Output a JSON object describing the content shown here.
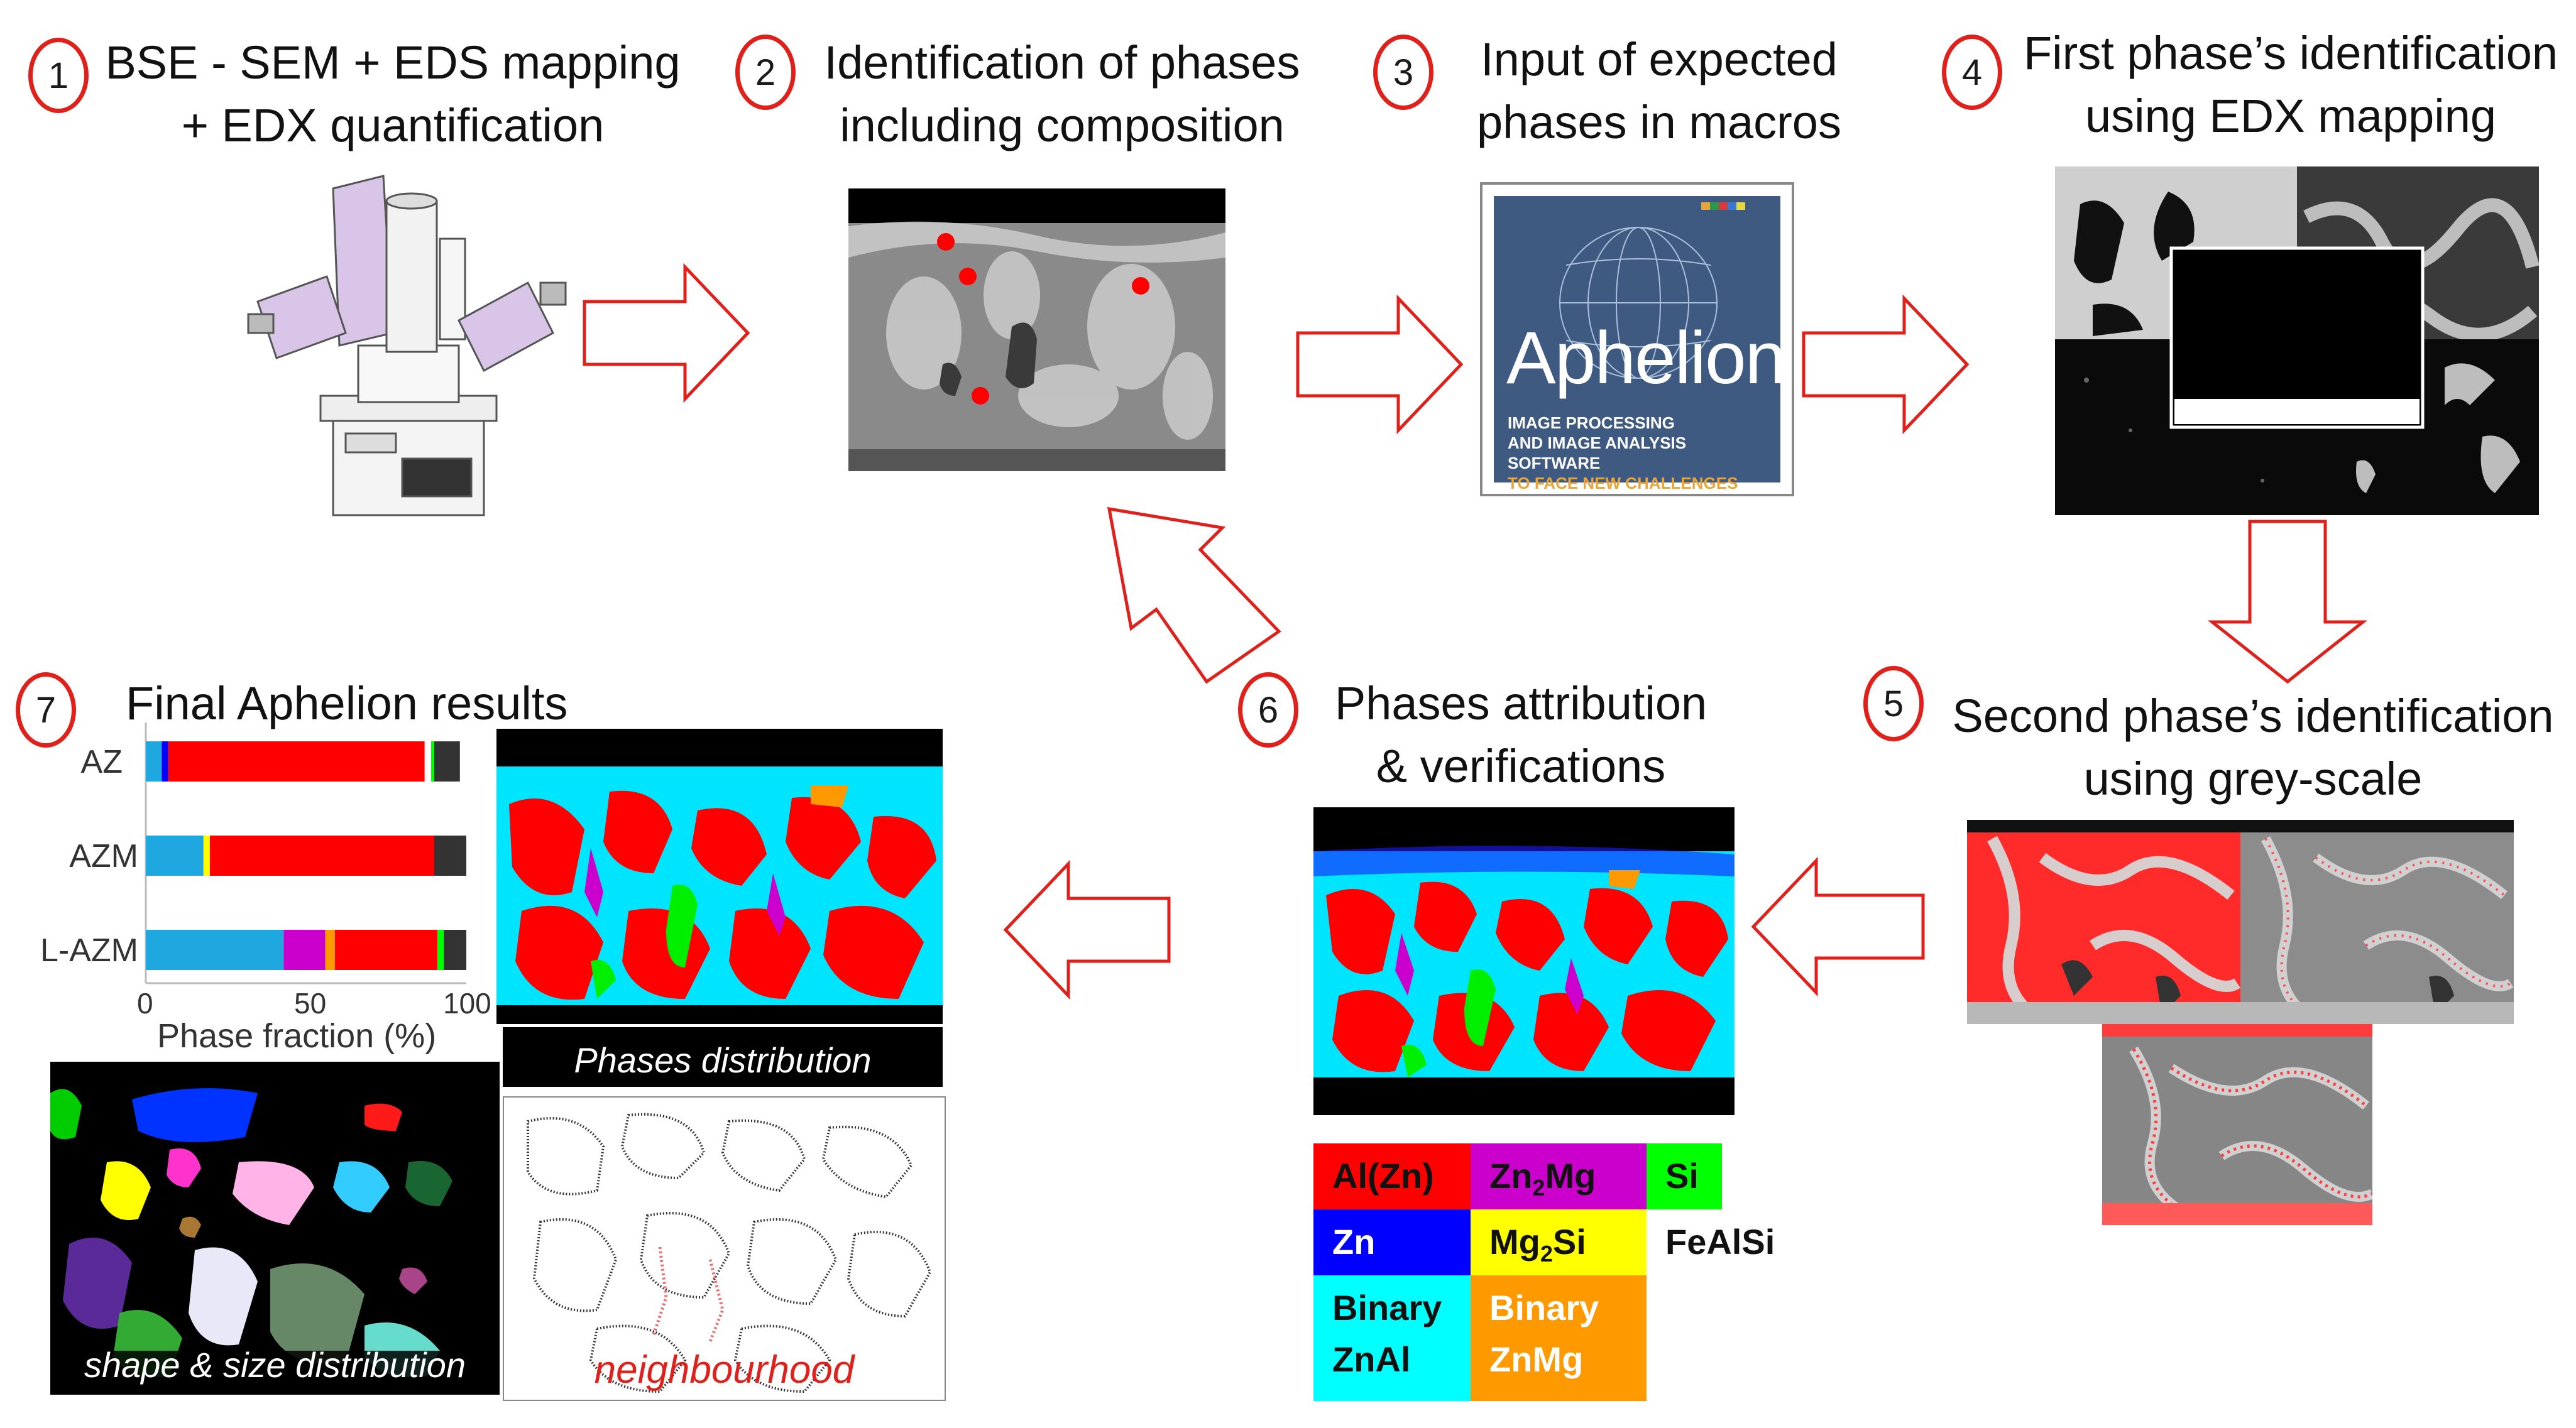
{
  "steps": [
    {
      "num": "1",
      "line1": "BSE - SEM  + EDS mapping",
      "line2": "+ EDX quantification"
    },
    {
      "num": "2",
      "line1": "Identification of phases",
      "line2": "including composition"
    },
    {
      "num": "3",
      "line1": "Input of expected",
      "line2": "phases in macros"
    },
    {
      "num": "4",
      "line1": "First phase’s identification",
      "line2": "using EDX mapping"
    },
    {
      "num": "5",
      "line1": "Second phase’s identification",
      "line2": "using grey-scale"
    },
    {
      "num": "6",
      "line1": "Phases attribution",
      "line2": "& verifications"
    },
    {
      "num": "7",
      "line1": "Final Aphelion results",
      "line2": ""
    }
  ],
  "software_logo": {
    "name": "Aphelion",
    "tagline1": "IMAGE PROCESSING",
    "tagline2": "AND IMAGE ANALYSIS SOFTWARE",
    "tagline3": "TO FACE NEW CHALLENGES",
    "bg_color": "#3f5a80",
    "tagline_accent": "#e8a53a"
  },
  "legend": {
    "items": [
      {
        "label": "Al(Zn)",
        "color": "#ff0000"
      },
      {
        "label": "Zn",
        "sub": "2",
        "label_after": "Mg",
        "color": "#cc00cc"
      },
      {
        "label": "Si",
        "color": "#00ff00"
      },
      {
        "label": "Zn",
        "color": "#0000ff",
        "text_color": "#ffffff"
      },
      {
        "label": "Mg",
        "sub": "2",
        "label_after": "Si",
        "color": "#ffff00"
      },
      {
        "label": "FeAlSi",
        "color": "#ffffff"
      },
      {
        "label": "Binary",
        "label2": "ZnAl",
        "color": "#00ffff"
      },
      {
        "label": "Binary",
        "label2": "ZnMg",
        "color": "#ff9900"
      }
    ]
  },
  "captions": {
    "phases": "Phases distribution",
    "shape": "shape & size distribution",
    "neighbourhood": "neighbourhood"
  },
  "chart_data": {
    "type": "bar",
    "orientation": "horizontal",
    "stacked": true,
    "categories": [
      "AZ",
      "AZM",
      "L-AZM"
    ],
    "xlabel": "Phase fraction (%)",
    "xlim": [
      0,
      100
    ],
    "xticks": [
      "0",
      "50",
      "100"
    ],
    "series": [
      {
        "color": "#1fa8e0",
        "values": [
          5,
          18,
          43
        ]
      },
      {
        "color": "#0000ff",
        "values": [
          2,
          0,
          0
        ]
      },
      {
        "color": "#cc00cc",
        "values": [
          0,
          0,
          13
        ]
      },
      {
        "color": "#ffff00",
        "values": [
          0,
          2,
          0
        ]
      },
      {
        "color": "#ff9900",
        "values": [
          0,
          0,
          3
        ]
      },
      {
        "color": "#ff0000",
        "values": [
          80,
          70,
          32
        ]
      },
      {
        "color": "#ffffff",
        "values": [
          2,
          0,
          0
        ]
      },
      {
        "color": "#00ff00",
        "values": [
          1,
          0,
          2
        ]
      },
      {
        "color": "#333333",
        "values": [
          8,
          10,
          7
        ]
      }
    ]
  }
}
